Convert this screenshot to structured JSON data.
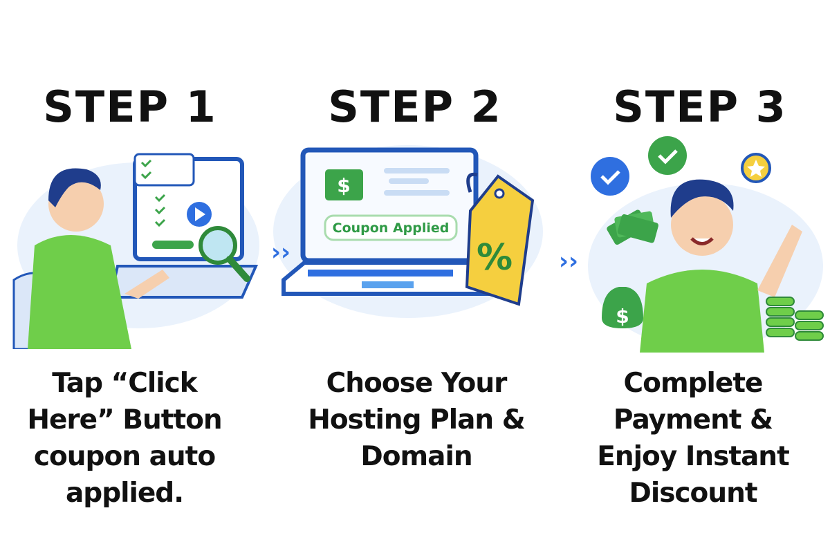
{
  "steps": [
    {
      "title": "STEP 1",
      "caption_lines": [
        "Tap “Click",
        "Here” Button",
        "coupon auto",
        "applied."
      ]
    },
    {
      "title": "STEP 2",
      "caption_lines": [
        "Choose Your",
        "Hosting Plan &",
        "Domain"
      ],
      "screen_badge": "Coupon Applied",
      "dollar": "$",
      "tag_symbol": "%"
    },
    {
      "title": "STEP 3",
      "caption_lines": [
        "Complete",
        "Payment &",
        "Enjoy Instant",
        "Discount"
      ],
      "dollar": "$"
    }
  ],
  "colors": {
    "green": "#3ca44a",
    "blue": "#2257b8",
    "yellow": "#f5cf3f",
    "light_blue": "#e6f0fb"
  }
}
